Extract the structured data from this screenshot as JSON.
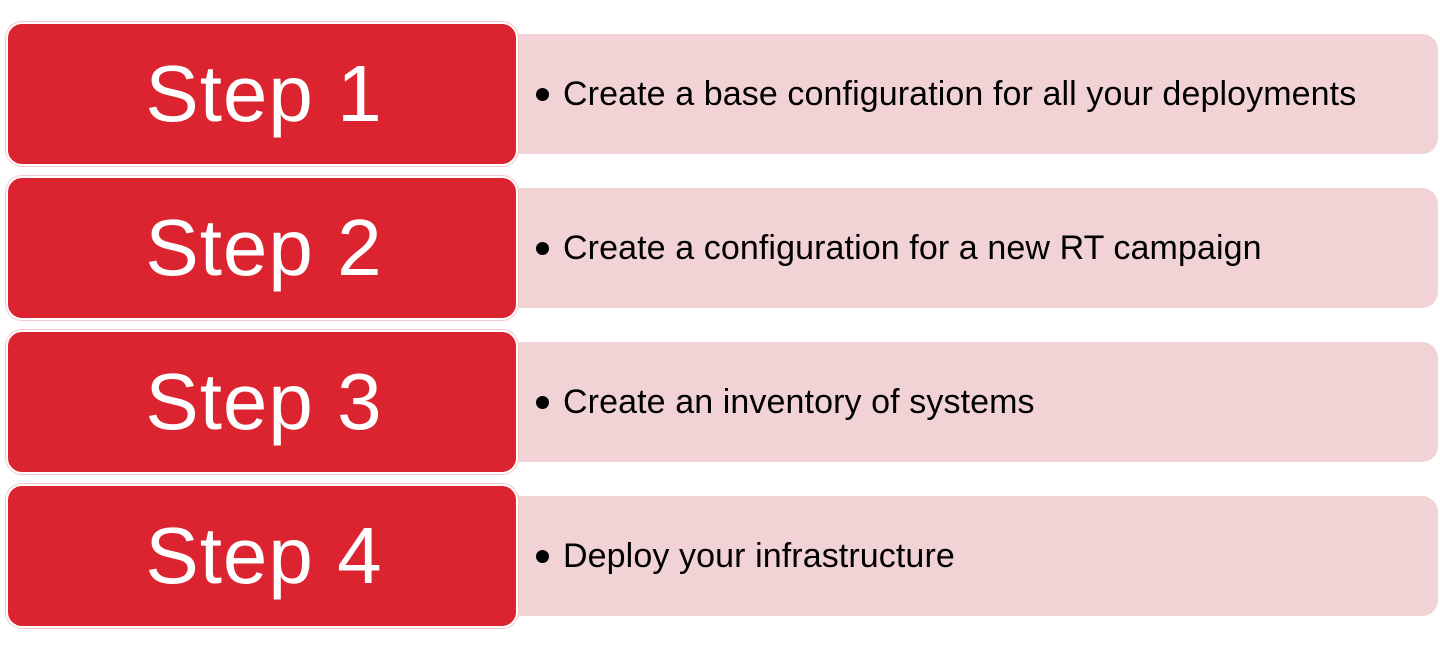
{
  "colors": {
    "step_label_bg": "#db2430",
    "step_desc_bg": "#f2d3d5",
    "step_label_text": "#ffffff",
    "step_desc_text": "#000000"
  },
  "steps": [
    {
      "label": "Step 1",
      "description": "Create a base configuration for all your deployments"
    },
    {
      "label": "Step 2",
      "description": "Create a configuration for a new RT campaign"
    },
    {
      "label": "Step 3",
      "description": "Create an inventory of systems"
    },
    {
      "label": "Step 4",
      "description": "Deploy your infrastructure"
    }
  ]
}
